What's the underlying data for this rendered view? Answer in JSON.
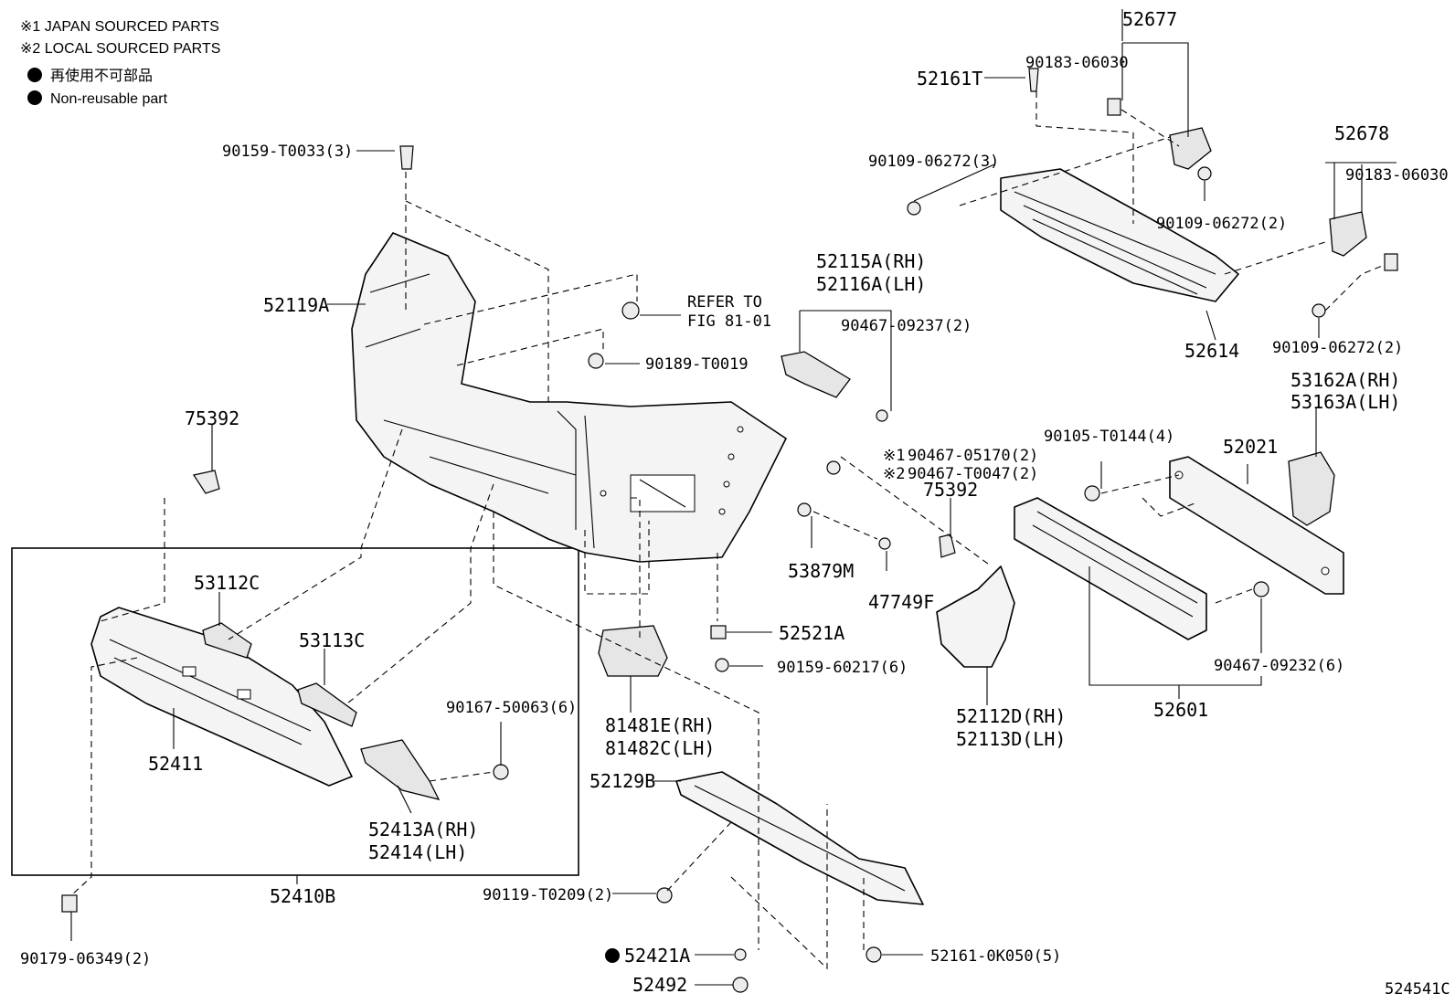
{
  "legend": {
    "japan": "※1 JAPAN SOURCED PARTS",
    "local": "※2 LOCAL SOURCED PARTS",
    "nonreuse_jp": "再使用不可部品",
    "nonreuse_en": "Non-reusable part"
  },
  "labels": {
    "p52677": "52677",
    "p90183a": "90183-06030",
    "p52161T": "52161T",
    "p90109a": "90109-06272(3)",
    "p90109b": "90109-06272(2)",
    "p52678": "52678",
    "p90183b": "90183-06030",
    "p90109c": "90109-06272(2)",
    "p52614": "52614",
    "p90159T": "90159-T0033(3)",
    "p52119A": "52119A",
    "p_refer1": "REFER TO",
    "p_refer2": "FIG 81-01",
    "p90189": "90189-T0019",
    "p52115A": "52115A(RH)",
    "p52116A": "52116A(LH)",
    "p90467a": "90467-09237(2)",
    "p75392a": "75392",
    "p90467b": "90467-05170(2)",
    "p90467c": "90467-T0047(2)",
    "p_mark1": "※1",
    "p_mark2": "※2",
    "p90105": "90105-T0144(4)",
    "p52021": "52021",
    "p53162A": "53162A(RH)",
    "p53163A": "53163A(LH)",
    "p75392b": "75392",
    "p53879M": "53879M",
    "p47749F": "47749F",
    "p53112C": "53112C",
    "p52521A": "52521A",
    "p90159b": "90159-60217(6)",
    "p53113C": "53113C",
    "p90467d": "90467-09232(6)",
    "p52411": "52411",
    "p90167": "90167-50063(6)",
    "p81481E": "81481E(RH)",
    "p81482C": "81482C(LH)",
    "p52112D": "52112D(RH)",
    "p52113D": "52113D(LH)",
    "p52601": "52601",
    "p52129B": "52129B",
    "p52413A": "52413A(RH)",
    "p52414": "52414(LH)",
    "p52410B": "52410B",
    "p90119": "90119-T0209(2)",
    "p90179": "90179-06349(2)",
    "p52421A": "52421A",
    "p52161b": "52161-0K050(5)",
    "p52492": "52492",
    "p_code": "524541C"
  }
}
